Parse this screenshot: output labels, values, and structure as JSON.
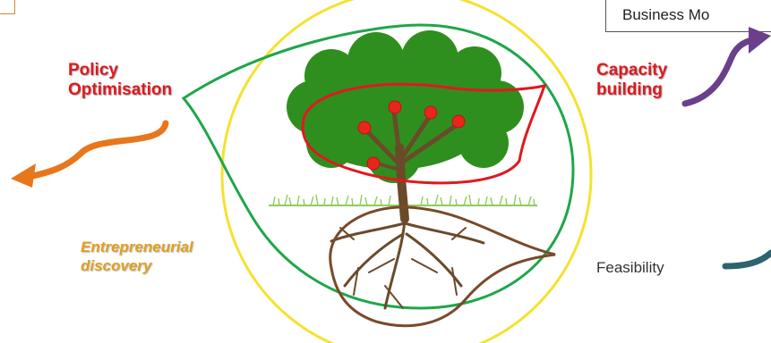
{
  "labels": {
    "policy_line1": "Policy",
    "policy_line2": "Optimisation",
    "capacity_line1": "Capacity",
    "capacity_line2": "building",
    "entrepreneurial_line1": "Entrepreneurial",
    "entrepreneurial_line2": "discovery",
    "feasibility": "Feasibility",
    "business_model_fragment": "Business Mo"
  },
  "colors": {
    "circle": "#f4e22e",
    "green_leaf": "#1fa64a",
    "red_leaf": "#e0191f",
    "brown_leaf": "#7a4a2a",
    "canopy": "#2f8f1e",
    "trunk": "#6b4a2a",
    "flowers": "#e8261c",
    "arrow_orange": "#e8761c",
    "arrow_purple": "#6a3f8c",
    "arrow_teal": "#2c6470"
  },
  "icons": [
    "tree-illustration",
    "orange-curved-arrow",
    "purple-curved-arrow",
    "teal-curved-arrow"
  ]
}
